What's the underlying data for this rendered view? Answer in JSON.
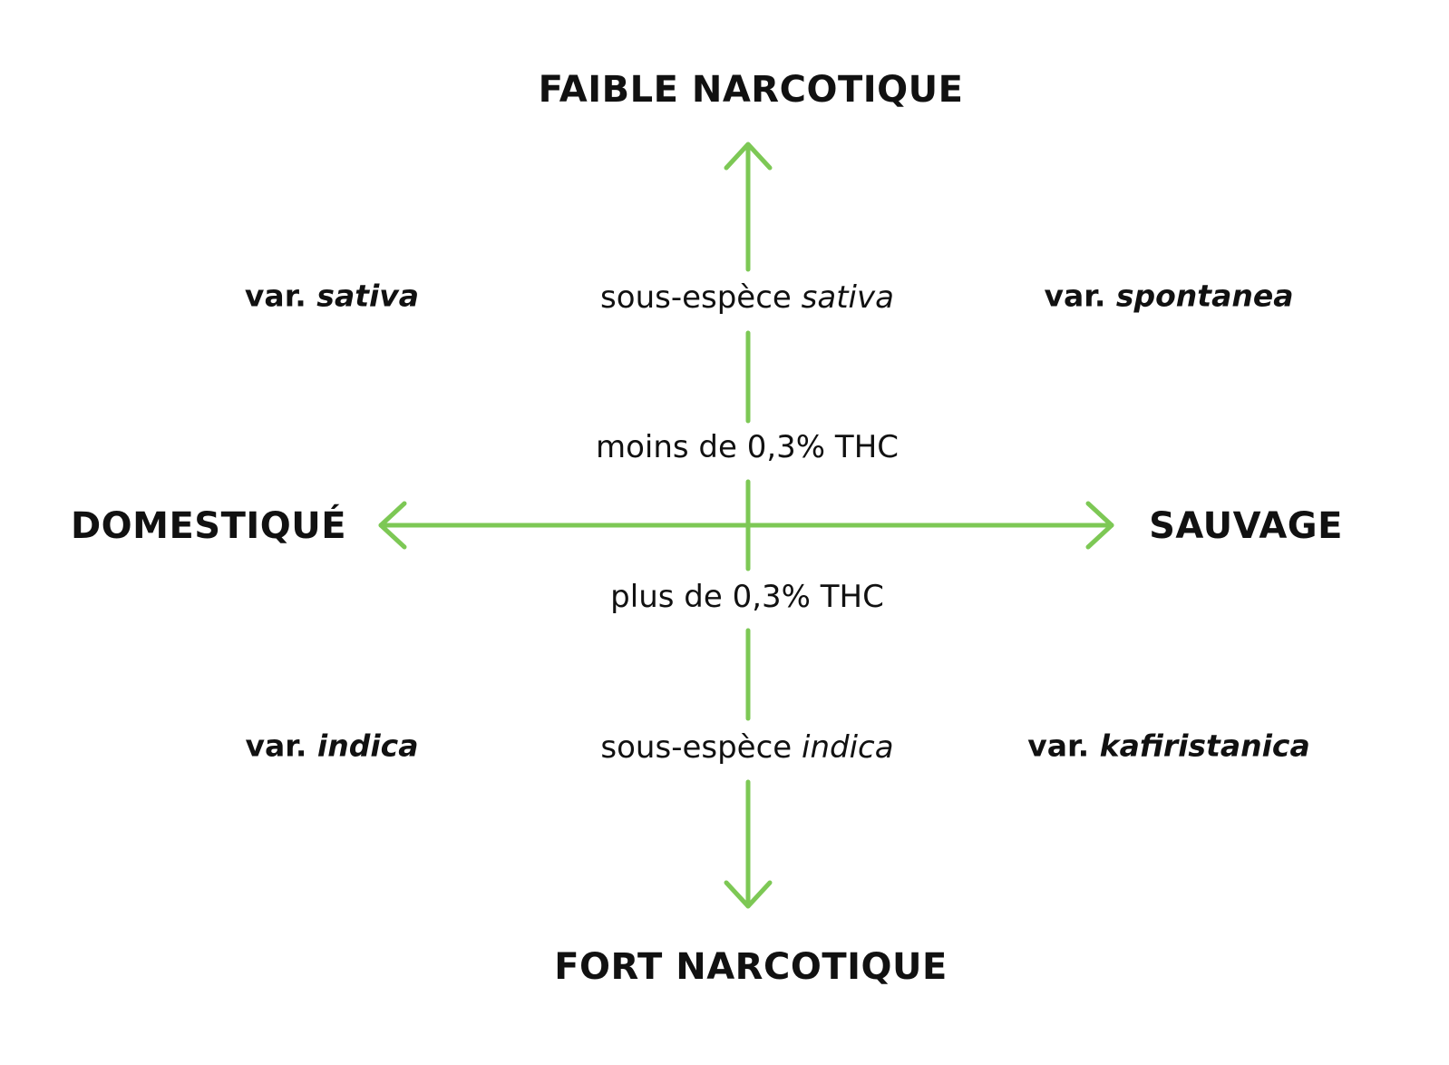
{
  "colors": {
    "arrow": "#7dc855",
    "text": "#111111"
  },
  "axes": {
    "top": "FAIBLE NARCOTIQUE",
    "bottom": "FORT NARCOTIQUE",
    "left": "DOMESTIQUÉ",
    "right": "SAUVAGE"
  },
  "center": {
    "sub_sativa_prefix": "sous-espèce ",
    "sub_sativa_name": "sativa",
    "sub_indica_prefix": "sous-espèce ",
    "sub_indica_name": "indica",
    "less_thc": "moins de 0,3% THC",
    "more_thc": "plus de 0,3% THC"
  },
  "quadrants": {
    "top_left": {
      "prefix": "var. ",
      "name": "sativa"
    },
    "top_right": {
      "prefix": "var. ",
      "name": "spontanea"
    },
    "bottom_left": {
      "prefix": "var. ",
      "name": "indica"
    },
    "bottom_right": {
      "prefix": "var. ",
      "name": "kafiristanica"
    }
  }
}
